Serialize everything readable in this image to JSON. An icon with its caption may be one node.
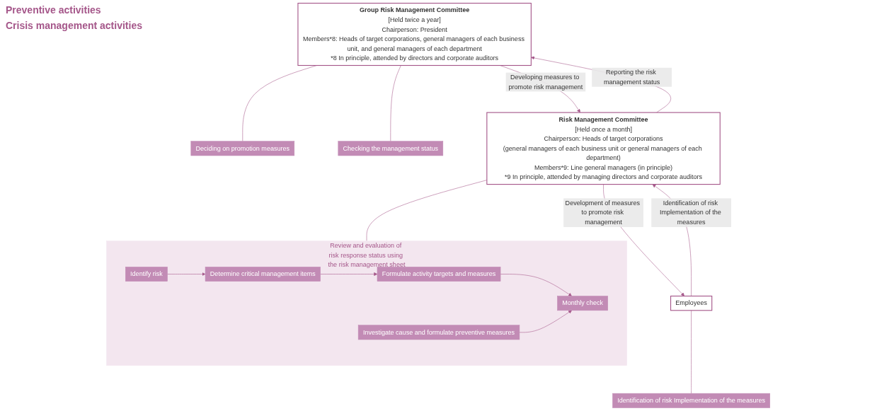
{
  "diagram": {
    "nodes": [
      {
        "text": [
          "Group Risk Management Committee",
          "[Held twice a year]",
          "Chairperson: President",
          "Members*8: Heads of target corporations, general managers of each business unit, and general managers of each department",
          "*8 In principle, attended by directors and corporate auditors"
        ]
      },
      {
        "text": [
          "Deciding on promotion measures"
        ]
      },
      {
        "text": [
          "Checking the management status"
        ]
      },
      {
        "text": [
          "Risk Management Committee",
          "[Held once a month]",
          "Chairperson: Heads of target corporations",
          "(general managers of each business unit or general managers of each department)",
          "Members*9: Line general managers (in principle)",
          "*9 In principle, attended by managing directors and corporate auditors"
        ]
      },
      {
        "text": [
          "Review and evaluation of risk response status using the risk management sheet"
        ]
      },
      {
        "text": [
          "Identify risk"
        ],
        "in": 4
      },
      {
        "text": [
          "Determine critical management items"
        ],
        "in": 4
      },
      {
        "text": [
          "Formulate activity targets and measures"
        ],
        "in": 4
      },
      {
        "text": [
          "Monthly check"
        ],
        "in": 4
      },
      {
        "text": [
          "Investigate cause and formulate preventive measures"
        ],
        "in": 4
      },
      {
        "text": [
          "Employees"
        ]
      },
      {
        "text": [
          "Identification of risk Implementation of the measures"
        ]
      }
    ],
    "edges": [
      {
        "from": 0,
        "to": 1,
        "arrow": "none"
      },
      {
        "from": 0,
        "to": 2,
        "arrow": "none"
      },
      {
        "from": 3,
        "to": 0,
        "arrow": "to",
        "label": "Reporting the risk management status"
      },
      {
        "from": 0,
        "to": 3,
        "arrow": "to",
        "label": "Developing measures to promote risk management"
      },
      {
        "from": 3,
        "to": 4,
        "arrow": "none"
      },
      {
        "from": 5,
        "to": 6,
        "arrow": "to"
      },
      {
        "from": 6,
        "to": 7,
        "arrow": "to"
      },
      {
        "from": 7,
        "to": 8,
        "arrow": "to"
      },
      {
        "from": 9,
        "to": 8,
        "arrow": "to"
      },
      {
        "from": 10,
        "to": 3,
        "arrow": "to",
        "label": "Identification of risk Implementation of the measures"
      },
      {
        "from": 3,
        "to": 10,
        "arrow": "to",
        "label": "Development of measures to promote risk management"
      },
      {
        "from": 10,
        "to": 11,
        "arrow": "none"
      }
    ],
    "labels": [
      "Preventive activities",
      "Crisis management activities"
    ]
  }
}
